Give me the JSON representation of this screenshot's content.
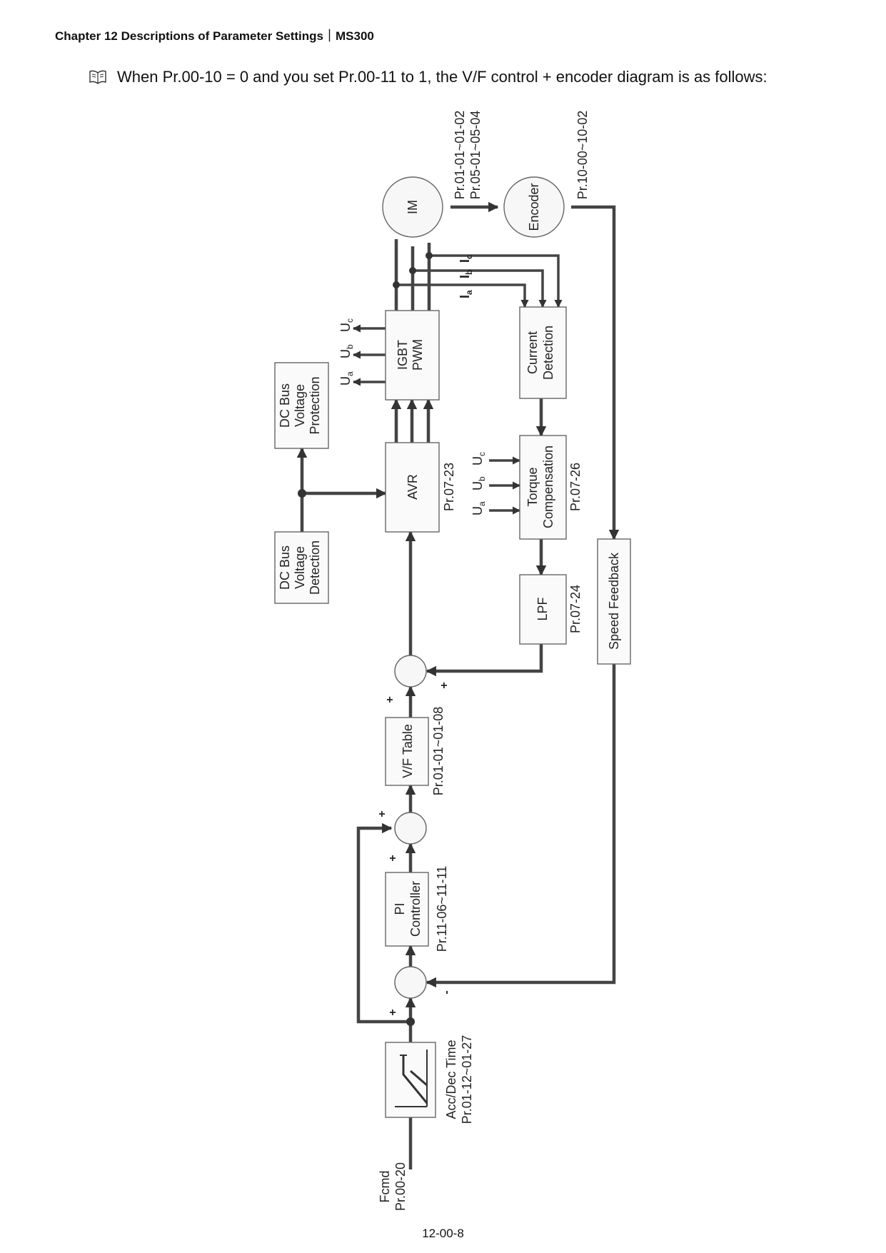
{
  "page": {
    "header": "Chapter 12 Descriptions of Parameter Settings｜MS300",
    "intro": "When Pr.00-10 = 0 and you set Pr.00-11 to 1, the V/F control + encoder diagram is as follows:",
    "footer": "12-00-8"
  },
  "icons": {
    "intro_bullet": "book-icon"
  },
  "diagram": {
    "fcmd": {
      "line1": "Fcmd",
      "line2": "Pr.00-20"
    },
    "accdec": {
      "line1": "Acc/Dec Time",
      "line2": "Pr.01-12~01-27"
    },
    "pi": {
      "line1": "PI",
      "line2": "Controller",
      "param": "Pr.11-06~11-11"
    },
    "vf": {
      "label": "V/F Table",
      "param": "Pr.01-01~01-08"
    },
    "avr": {
      "label": "AVR",
      "param": "Pr.07-23"
    },
    "dc_detect": {
      "line1": "DC Bus",
      "line2": "Voltage",
      "line3": "Detection"
    },
    "dc_protect": {
      "line1": "DC Bus",
      "line2": "Voltage",
      "line3": "Protection"
    },
    "igbt": {
      "line1": "IGBT",
      "line2": "PWM"
    },
    "im": {
      "label": "IM",
      "param1": "Pr.01-01~01-02",
      "param2": "Pr.05-01~05-04"
    },
    "encoder": {
      "label": "Encoder",
      "param": "Pr.10-00~10-02"
    },
    "current": {
      "line1": "Current",
      "line2": "Detection"
    },
    "torque": {
      "line1": "Torque",
      "line2": "Compensation",
      "param": "Pr.07-26"
    },
    "lpf": {
      "label": "LPF",
      "param": "Pr.07-24"
    },
    "speed_fb": {
      "label": "Speed Feedback"
    },
    "signals": {
      "u": "U",
      "i": "I",
      "sub_a": "a",
      "sub_b": "b",
      "sub_c": "c",
      "plus": "+",
      "minus": "-"
    }
  }
}
